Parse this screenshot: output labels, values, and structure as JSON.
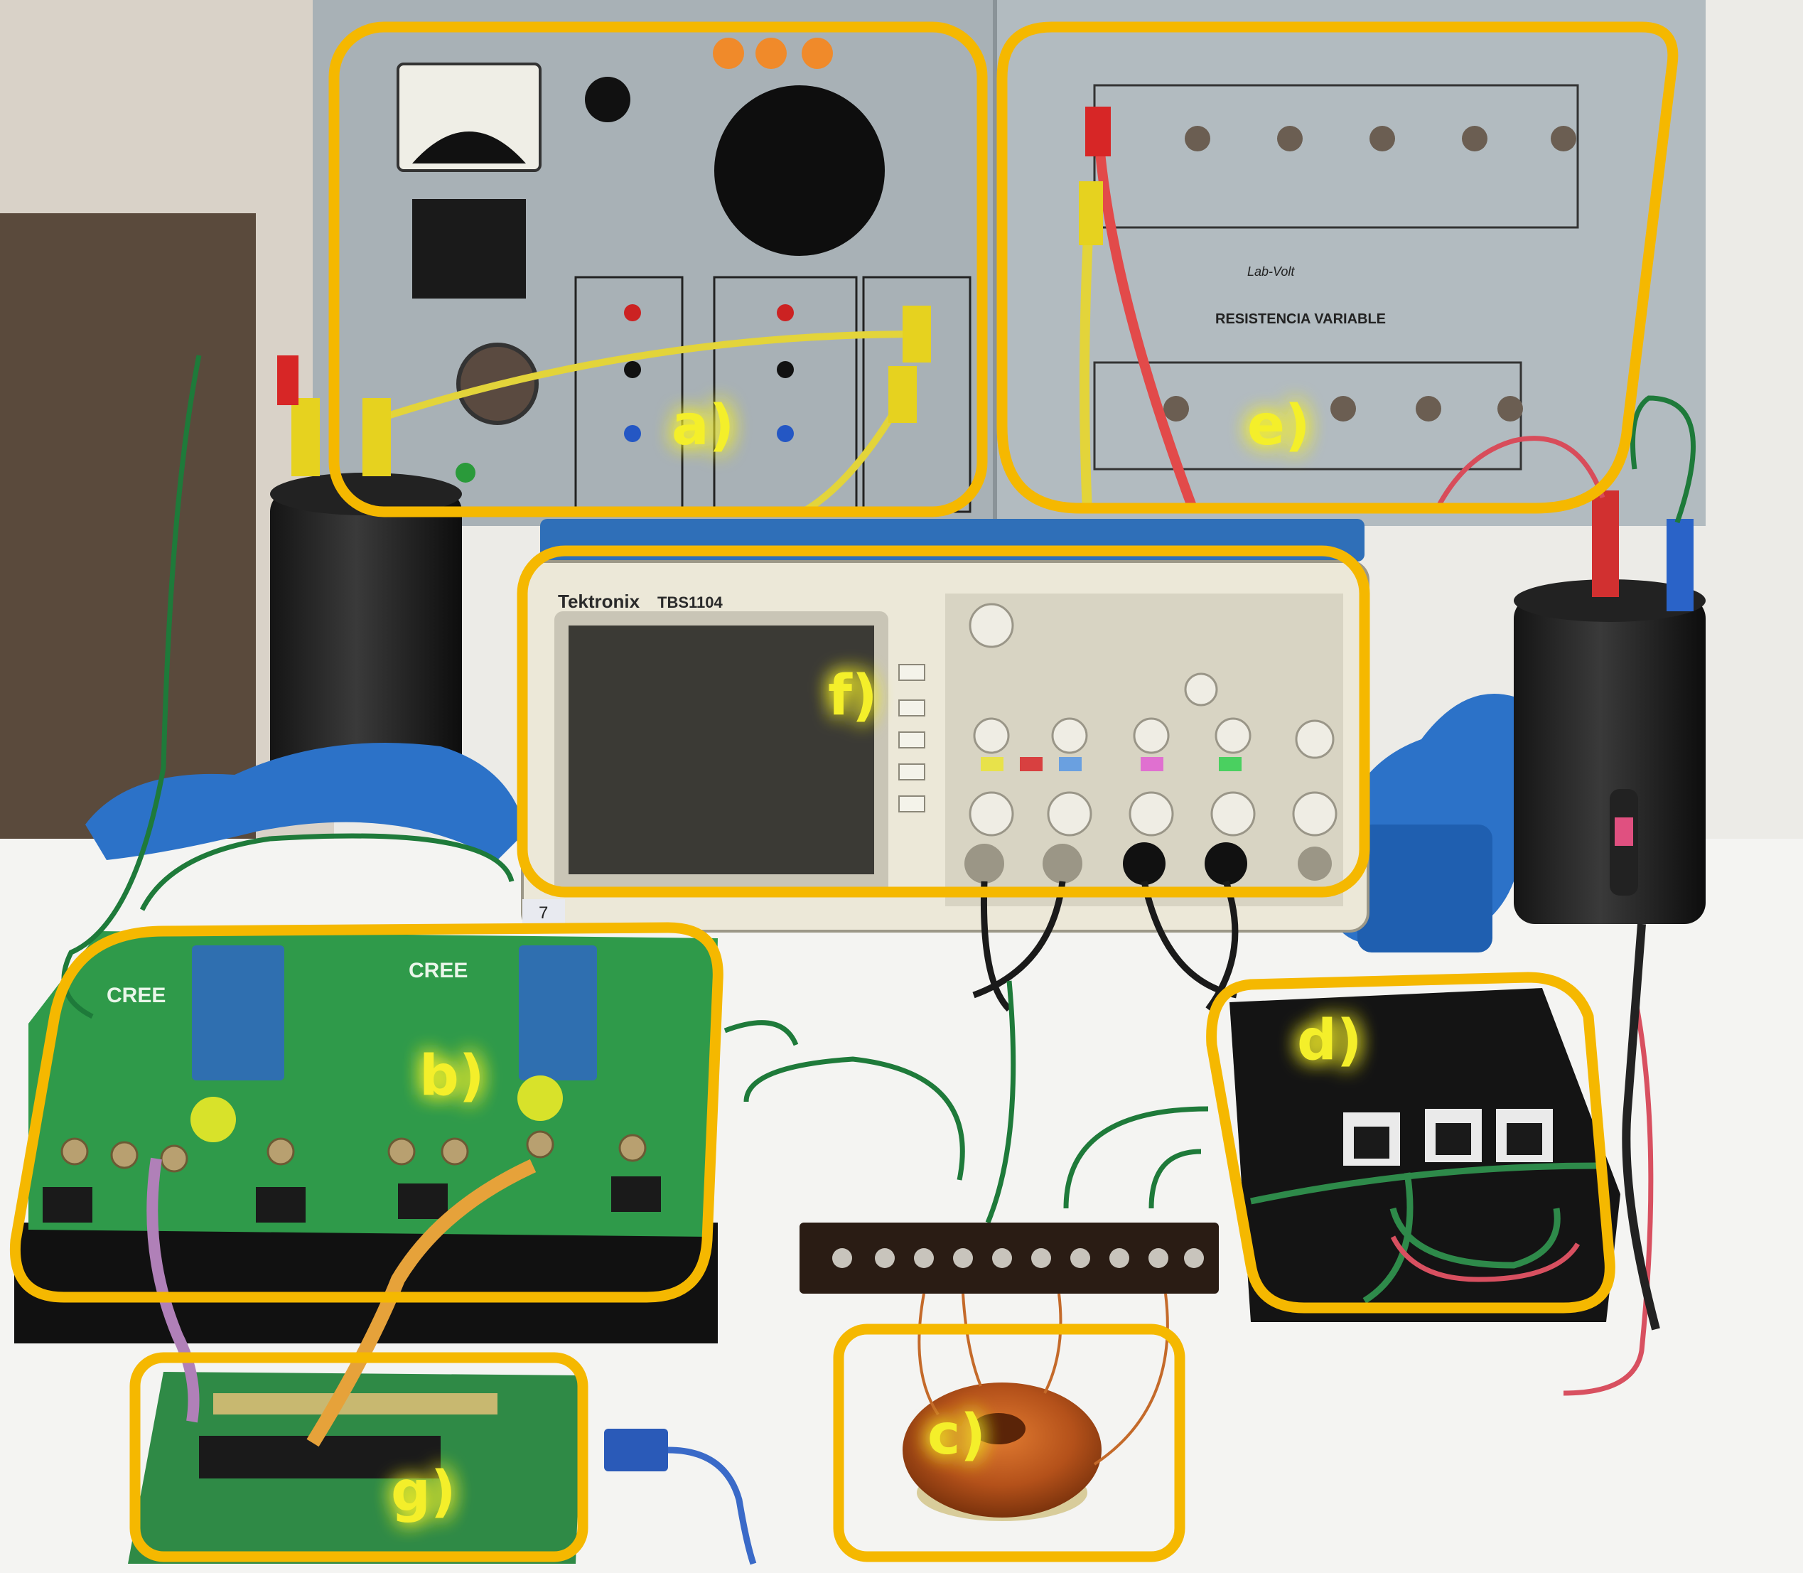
{
  "labels": {
    "a": "a)",
    "b": "b)",
    "c": "c)",
    "d": "d)",
    "e": "e)",
    "f": "f)",
    "g": "g)"
  },
  "scope": {
    "brand": "Tektronix",
    "model": "TBS1104"
  },
  "panel_e": {
    "heading": "RESISTENCIA VARIABLE",
    "brand": "Lab-Volt"
  },
  "board_b": {
    "brand_1": "CREE",
    "brand_2": "CREE"
  },
  "tag": "7",
  "colors": {
    "frame": "#f5b800",
    "label_text": "#f4ef2a",
    "label_glow": "#fff8c8"
  }
}
